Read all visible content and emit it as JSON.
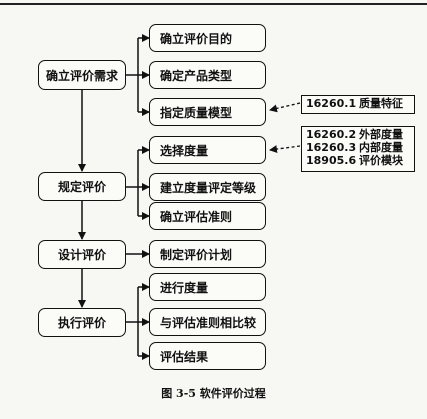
{
  "stages": [
    {
      "label": "确立评价需求",
      "steps": [
        "确立评价目的",
        "确定产品类型",
        "指定质量模型"
      ]
    },
    {
      "label": "规定评价",
      "steps": [
        "选择度量",
        "建立度量评定等级",
        "确立评估准则"
      ]
    },
    {
      "label": "设计评价",
      "steps": [
        "制定评价计划"
      ]
    },
    {
      "label": "执行评价",
      "steps": [
        "进行度量",
        "与评估准则相比较",
        "评估结果"
      ]
    }
  ],
  "standards": {
    "quality_model_ref": [
      {
        "code": "16260.1",
        "name": "质量特征"
      }
    ],
    "metrics_ref": [
      {
        "code": "16260.2",
        "name": "外部度量"
      },
      {
        "code": "16260.3",
        "name": "内部度量"
      },
      {
        "code": "18905.6",
        "name": "评价模块"
      }
    ]
  },
  "caption": "图 3-5   软件评价过程"
}
